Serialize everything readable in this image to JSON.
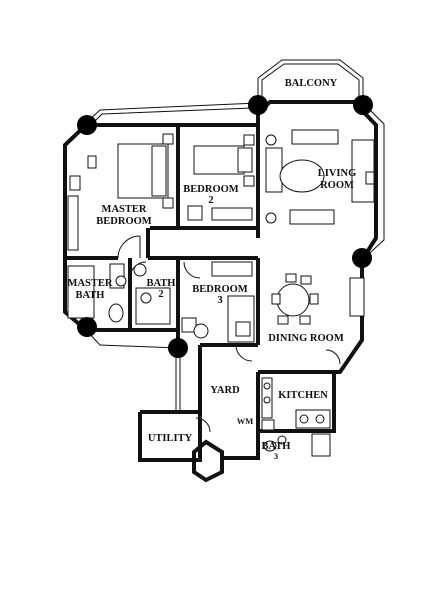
{
  "rooms": {
    "balcony": "BALCONY",
    "living_room": [
      "LIVING",
      "ROOM"
    ],
    "master_bedroom": [
      "MASTER",
      "BEDROOM"
    ],
    "bedroom_2": [
      "BEDROOM",
      "2"
    ],
    "master_bath": [
      "MASTER",
      "BATH"
    ],
    "bath_2": [
      "BATH",
      "2"
    ],
    "bedroom_3": [
      "BEDROOM",
      "3"
    ],
    "dining_room": "DINING ROOM",
    "yard": "YARD",
    "kitchen": "KITCHEN",
    "wm": "WM",
    "utility": "UTILITY",
    "bath_3": [
      "BATH",
      "3"
    ]
  },
  "colors": {
    "wall": "#111111",
    "column": "#000000",
    "background": "#ffffff"
  }
}
